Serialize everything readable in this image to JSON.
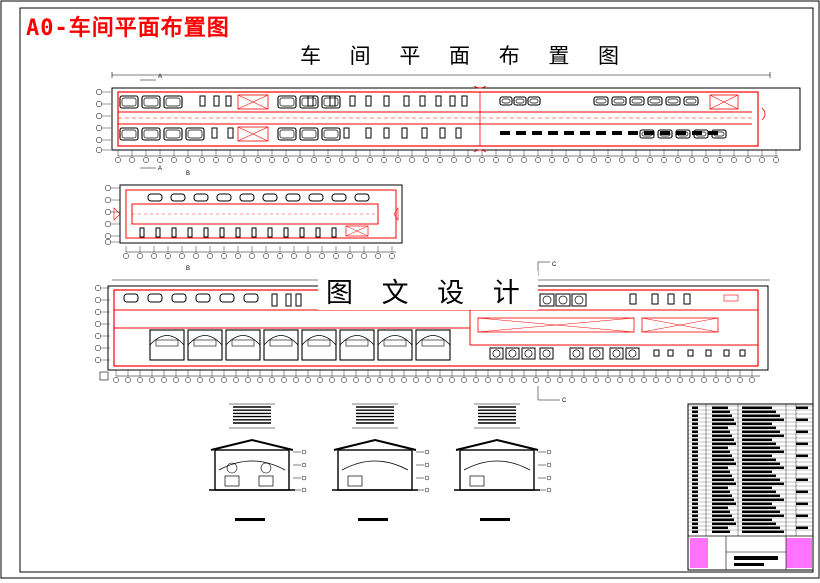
{
  "header": {
    "sheet_title": "A0-车间平面布置图",
    "drawing_title": "车 间 平 面 布 置 图"
  },
  "watermark": "图 文 设 计",
  "colors": {
    "line": "#000000",
    "accent": "#ff0000",
    "highlight": "#ff00ff",
    "detail": "#ff6600",
    "background": "#ffffff"
  },
  "plans": [
    {
      "id": "plan-1",
      "label_start": "A",
      "label_end": "A"
    },
    {
      "id": "plan-2",
      "label_start": "B",
      "label_end": "B"
    },
    {
      "id": "plan-3",
      "label_start": "C",
      "label_end": "C"
    }
  ],
  "sections": [
    {
      "id": "section-1"
    },
    {
      "id": "section-2"
    },
    {
      "id": "section-3"
    }
  ]
}
